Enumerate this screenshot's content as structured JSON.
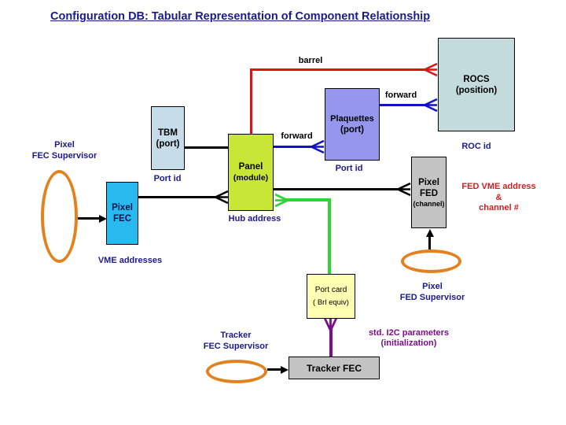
{
  "slide_title": "Configuration DB: Tabular Representation of Component Relationship",
  "boxes": {
    "rocs": {
      "line1": "ROCS",
      "line2": "(position)"
    },
    "tbm": {
      "line1": "TBM",
      "line2": "(port)"
    },
    "plaquettes": {
      "line1": "Plaquettes",
      "line2": "(port)"
    },
    "panel": {
      "line1": "Panel",
      "line2": "(module)"
    },
    "pixel_fec": {
      "line1": "Pixel",
      "line2": "FEC"
    },
    "pixel_fed": {
      "line1": "Pixel",
      "line2": "FED",
      "line3": "(channel)"
    },
    "port_card": {
      "line1": "Port card",
      "line2": "( Brl equiv)"
    },
    "tracker_fec": {
      "label": "Tracker FEC"
    }
  },
  "edge_labels": {
    "barrel": "barrel",
    "forward_to_rocs": "forward",
    "forward_to_plaquettes": "forward"
  },
  "key_labels": {
    "tbm_key": "Port id",
    "plaquettes_key": "Port id",
    "rocs_key": "ROC id",
    "panel_key": "Hub address",
    "pixel_fec_key": "VME addresses",
    "pixel_fed_key_line1": "FED VME address",
    "pixel_fed_key_line2": "&",
    "pixel_fed_key_line3": "channel #",
    "i2c_note_line1": "std. I2C parameters",
    "i2c_note_line2": "(initialization)"
  },
  "supervisors": {
    "pixel_fec": {
      "line1": "Pixel",
      "line2": "FEC Supervisor"
    },
    "pixel_fed": {
      "line1": "Pixel",
      "line2": "FED Supervisor"
    },
    "tracker_fec": {
      "line1": "Tracker",
      "line2": "FEC Supervisor"
    }
  },
  "colors": {
    "title_navy": "#1a1a8c",
    "rocs_fill": "#c3dcdb",
    "tbm_fill": "#c6dde9",
    "plaquettes_fill": "#9597ee",
    "panel_fill": "#c7e636",
    "pixel_fec_fill": "#28b9ef",
    "gray_fill": "#c4c4c4",
    "port_card_fill": "#ffffb2",
    "ellipse_orange": "#e2821e",
    "edge_red": "#e01212",
    "edge_blue": "#1111c8",
    "edge_green": "#2fd435",
    "edge_purple": "#7d0d8c",
    "key_text_red": "#cc2222"
  }
}
